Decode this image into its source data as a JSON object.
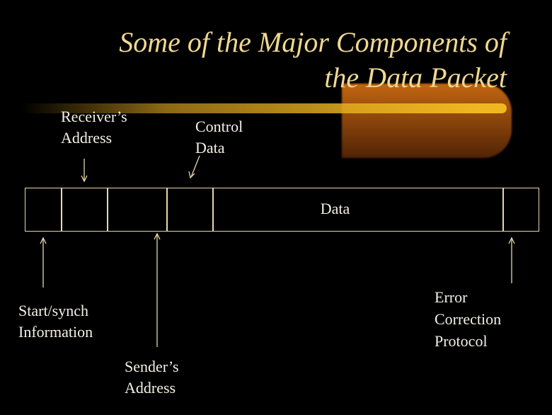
{
  "title": {
    "line1": "Some of the Major Components of",
    "line2": "the Data Packet"
  },
  "colors": {
    "title": "#f0d890",
    "accent_bar": "#e8b020",
    "box_line": "#e8d8b0"
  },
  "packet": {
    "data_label": "Data"
  },
  "labels": {
    "receivers_address": {
      "line1": "Receiver’s",
      "line2": "Address"
    },
    "control_data": {
      "line1": "Control",
      "line2": "Data"
    },
    "start_synch": {
      "line1": "Start/synch",
      "line2": "Information"
    },
    "senders_address": {
      "line1": "Sender’s",
      "line2": "Address"
    },
    "error_correction": {
      "line1": "Error",
      "line2": "Correction",
      "line3": "Protocol"
    }
  }
}
